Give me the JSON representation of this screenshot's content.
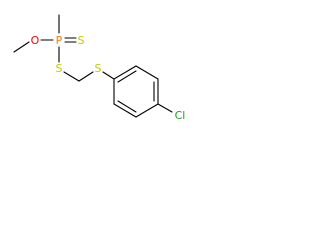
{
  "atoms": {
    "o_methoxy": "O",
    "p": "P",
    "s_thione": "S",
    "s_thioester": "S",
    "s_aryl": "S",
    "cl": "Cl"
  },
  "colors": {
    "bond": "#000000",
    "oxygen": "#ff0000",
    "phosphorus": "#ff8000",
    "sulfur": "#c8c800",
    "chlorine": "#1fa01f",
    "background": "#ffffff"
  }
}
